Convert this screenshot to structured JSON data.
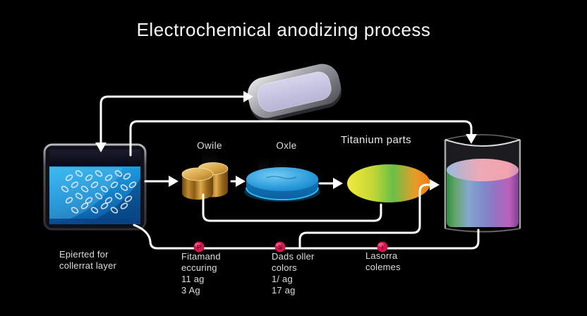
{
  "title": "Electrochemical anodizing process",
  "stage_labels": {
    "cylinder": "Owile",
    "disc": "Oxle",
    "oval": "Titanium parts"
  },
  "bottom_labels": [
    {
      "lines": [
        "Epierted for",
        "collerrat layer"
      ]
    },
    {
      "badge": "P",
      "lines": [
        "Fitamand",
        "eccuring",
        "11 ag",
        "3 Ag"
      ]
    },
    {
      "badge": "S",
      "lines": [
        "Dads oller",
        "colors",
        "1/ ag",
        "17 ag"
      ]
    },
    {
      "badge": "i",
      "lines": [
        "Lasorra",
        "colemes"
      ]
    }
  ],
  "colors": {
    "background": "#000000",
    "connector": "#ffffff",
    "badge": "#d6144e",
    "tank_liquid": "#1795dc",
    "disc": "#1e9de0",
    "gold": "#c8933a",
    "oval_left": "#f2e83a",
    "oval_mid": "#6abf45",
    "oval_right": "#f07f18",
    "tray_surface": "#c9c6e4",
    "beaker_liquid_left": "#2e8f3e",
    "beaker_liquid_right": "#b05ab8"
  }
}
